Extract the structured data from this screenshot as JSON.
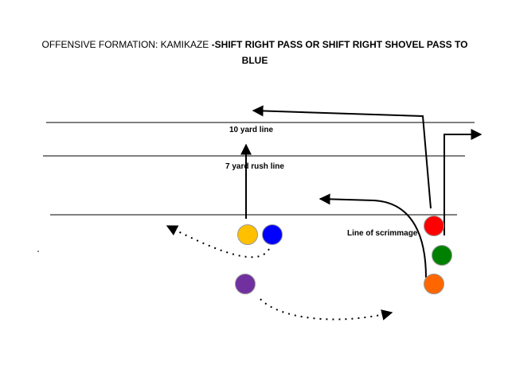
{
  "title": {
    "formation_prefix": "OFFENSIVE FORMATION: KAMIKAZE ",
    "play_description": "-SHIFT RIGHT PASS OR SHIFT RIGHT SHOVEL PASS TO BLUE"
  },
  "labels": {
    "ten_yard_line": "10 yard line",
    "rush_line": "7 yard rush line",
    "scrimmage": "Line of scrimmage"
  },
  "players": [
    {
      "name": "yellow",
      "color": "#FFC000"
    },
    {
      "name": "blue",
      "color": "#0000FF"
    },
    {
      "name": "purple",
      "color": "#7030A0"
    },
    {
      "name": "red",
      "color": "#FF0000"
    },
    {
      "name": "green",
      "color": "#008000"
    },
    {
      "name": "orange",
      "color": "#FF6600"
    }
  ]
}
